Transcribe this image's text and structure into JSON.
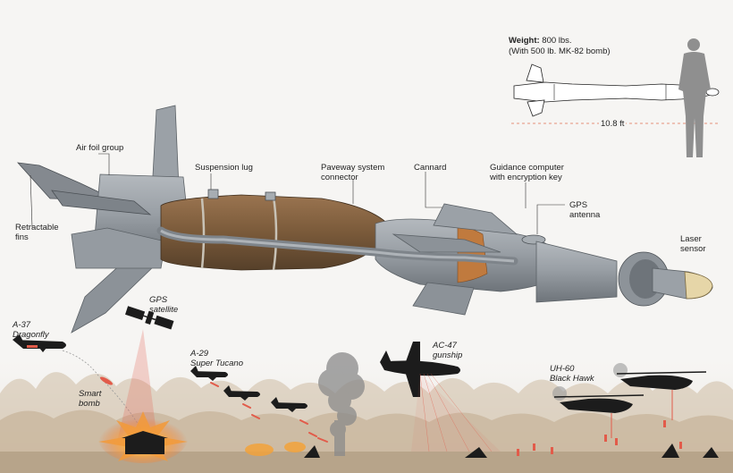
{
  "specs": {
    "weight_label": "Weight:",
    "weight_value": "800 lbs.",
    "weight_note": "(With 500 lb. MK-82 bomb)",
    "length": "10.8 ft"
  },
  "parts": {
    "air_foil": "Air foil group",
    "suspension": "Suspension lug",
    "paveway_1": "Paveway system",
    "paveway_2": "connector",
    "cannard": "Cannard",
    "guidance_1": "Guidance computer",
    "guidance_2": "with encryption key",
    "gps_1": "GPS",
    "gps_2": "antenna",
    "laser_1": "Laser",
    "laser_2": "sensor",
    "retract_1": "Retractable",
    "retract_2": "fins"
  },
  "scene": {
    "a37_1": "A-37",
    "a37_2": "Dragonfly",
    "sat_1": "GPS",
    "sat_2": "satellite",
    "smart_1": "Smart",
    "smart_2": "bomb",
    "a29_1": "A-29",
    "a29_2": "Super Tucano",
    "ac47_1": "AC-47",
    "ac47_2": "gunship",
    "uh60_1": "UH-60",
    "uh60_2": "Black Hawk"
  },
  "colors": {
    "body_steel": "#8e949a",
    "warhead": "#7a5a3a",
    "band": "#b8703a",
    "silhouette": "#1c1c1c",
    "explosion": "#f2a23a",
    "laser": "#e25b4a",
    "background": "#f6f5f3"
  }
}
